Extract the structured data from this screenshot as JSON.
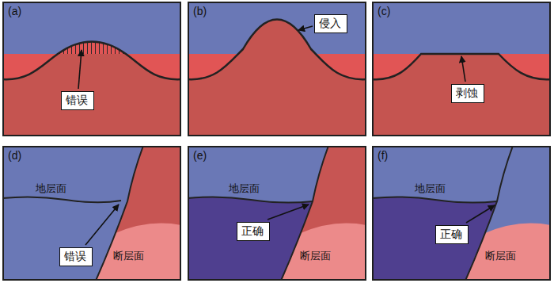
{
  "diagram": {
    "nodes": [
      {
        "text": [
          "(a)"
        ]
      },
      {
        "text": [
          "错误"
        ],
        "in": 0
      },
      {
        "text": [
          "(b)"
        ]
      },
      {
        "text": [
          "侵入"
        ],
        "in": 2
      },
      {
        "text": [
          "(c)"
        ]
      },
      {
        "text": [
          "剥蚀"
        ],
        "in": 4
      },
      {
        "text": [
          "(d)"
        ]
      },
      {
        "text": [
          "错误"
        ],
        "in": 6
      },
      {
        "text": [
          "(e)"
        ]
      },
      {
        "text": [
          "正确"
        ],
        "in": 8
      },
      {
        "text": [
          "(f)"
        ]
      },
      {
        "text": [
          "正确"
        ],
        "in": 10
      }
    ],
    "labels": [
      "地层面",
      "断层面",
      "地层面",
      "断层面",
      "地层面",
      "断层面"
    ]
  }
}
